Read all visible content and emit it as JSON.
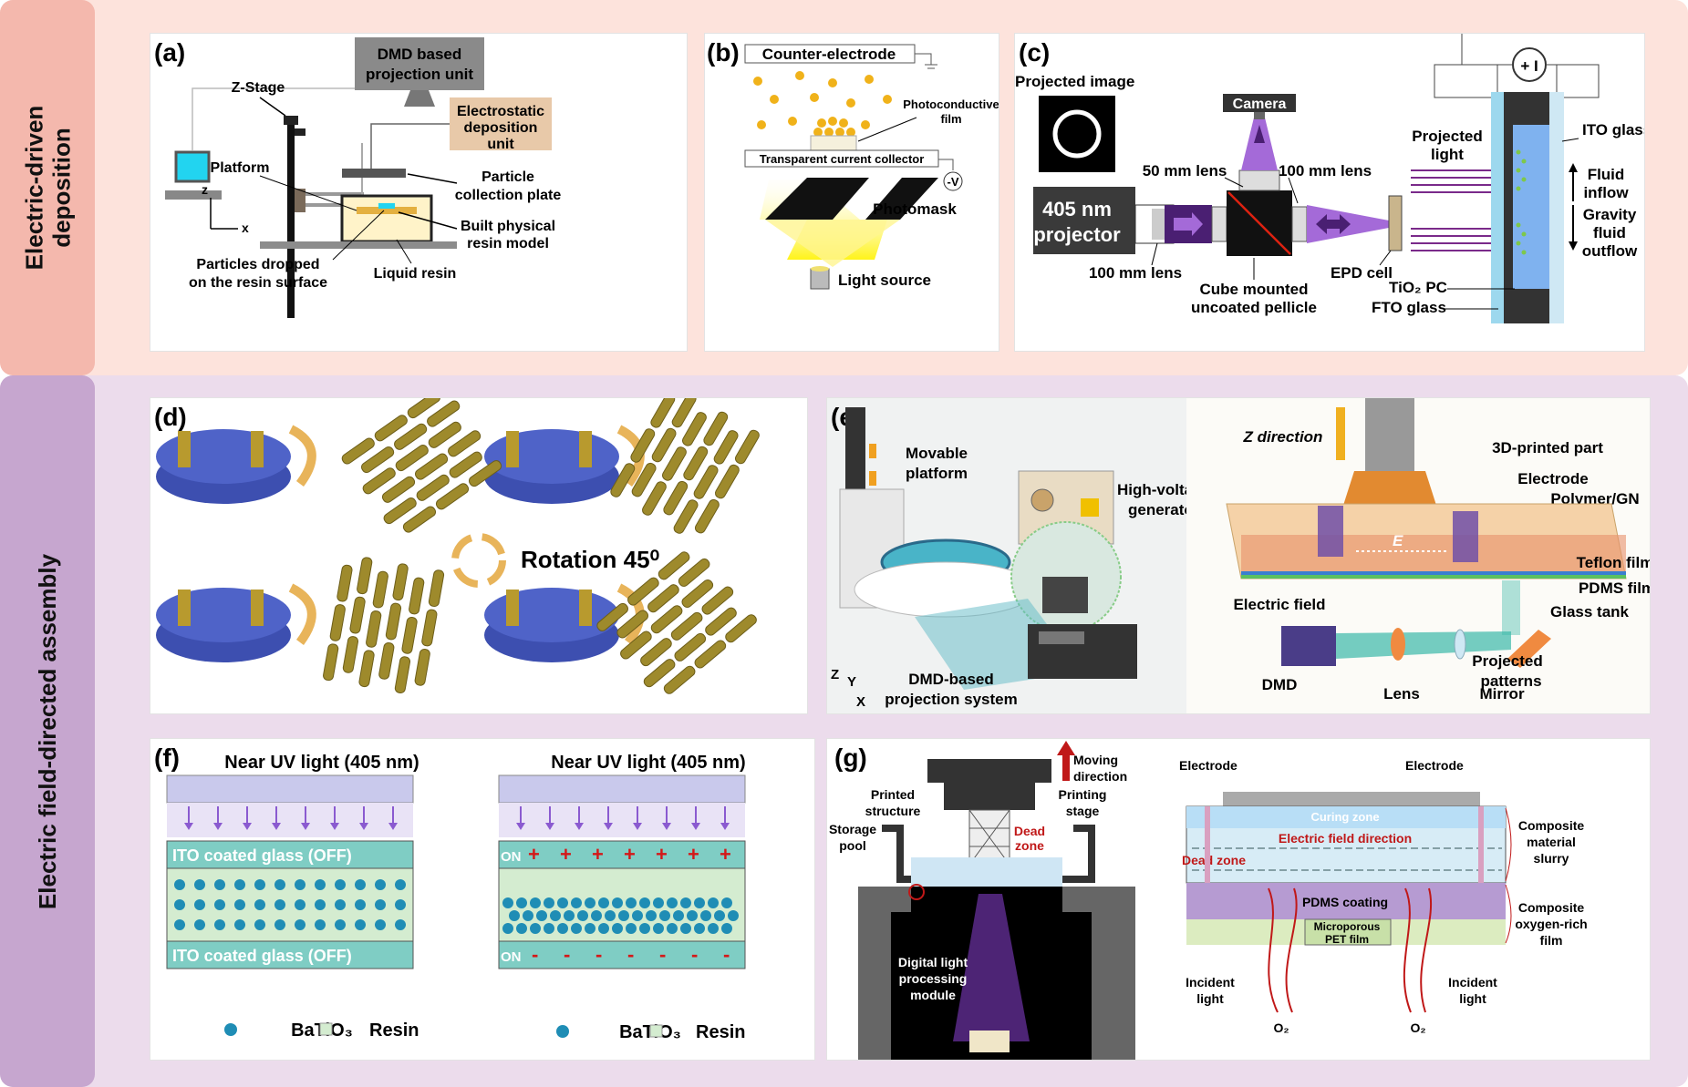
{
  "colors": {
    "top_band": "#fde3dc",
    "top_label_bg": "#f4b8ad",
    "bottom_band": "#ecdcec",
    "bottom_label_bg": "#c6a6cf",
    "teal": "#7fcdc4",
    "beige": "#e8c9a9",
    "purple": "#5a2a8a",
    "gold": "#c9a33b",
    "blue": "#3d5fc3"
  },
  "rows": {
    "top": "Electric-driven\ndeposition",
    "bottom": "Electric field-directed assembly"
  },
  "panel_a": {
    "label": "(a)",
    "dmd": [
      "DMD based",
      "projection unit"
    ],
    "zstage": "Z-Stage",
    "platform": "Platform",
    "eds": [
      "Electrostatic",
      "deposition",
      "unit"
    ],
    "pcp": [
      "Particle",
      "collection plate"
    ],
    "built": [
      "Built physical",
      "resin model"
    ],
    "dropped": [
      "Particles dropped",
      "on the resin surface"
    ],
    "liquid": "Liquid resin",
    "axis_z": "z",
    "axis_x": "x"
  },
  "panel_b": {
    "label": "(b)",
    "counter": "Counter-electrode",
    "photoconductive": [
      "Photoconductive",
      "film"
    ],
    "collector": "Transparent current collector",
    "voltage": "-V",
    "photomask": "Photomask",
    "light": "Light source"
  },
  "panel_c": {
    "label": "(c)",
    "projected_image": "Projected image",
    "camera": "Camera",
    "lens50": "50 mm lens",
    "lens100a": "100 mm lens",
    "lens100b": "100 mm lens",
    "projector": [
      "405 nm",
      "projector"
    ],
    "cube": [
      "Cube mounted",
      "uncoated pellicle"
    ],
    "epd": "EPD cell",
    "projected_light": [
      "Projected",
      "light"
    ],
    "ito": "ITO glass",
    "fluid_in": [
      "Fluid",
      "inflow"
    ],
    "gravity": [
      "Gravity",
      "fluid",
      "outflow"
    ],
    "tio2": "TiO₂ PC",
    "fto": "FTO glass",
    "battery": "+ I"
  },
  "panel_d": {
    "label": "(d)",
    "rotation": "Rotation 45⁰"
  },
  "panel_e": {
    "label": "(e)",
    "movable": [
      "Movable",
      "platform"
    ],
    "hv": [
      "High-voltage",
      "generator"
    ],
    "dmd_sys": [
      "DMD-based",
      "projection system"
    ],
    "axes": [
      "Z",
      "Y",
      "X"
    ],
    "zdir": "Z direction",
    "part": "3D-printed part",
    "electrode": "Electrode",
    "polymer": "Polymer/GN",
    "efield": "Electric field",
    "teflon": "Teflon film",
    "pdms": "PDMS film",
    "tank": "Glass tank",
    "projected": [
      "Projected",
      "patterns"
    ],
    "dmd": "DMD",
    "lens": "Lens",
    "mirror": "Mirror",
    "E": "E"
  },
  "panel_f": {
    "label": "(f)",
    "uv": "Near UV light (405 nm)",
    "ito_off": "ITO coated glass (OFF)",
    "on": "ON",
    "plus": "+",
    "minus": "-",
    "legend_b": "BaTiO₃",
    "legend_r": "Resin"
  },
  "panel_g": {
    "label": "(g)",
    "moving": [
      "Moving",
      "direction"
    ],
    "printed": [
      "Printed",
      "structure"
    ],
    "printing": [
      "Printing",
      "stage"
    ],
    "storage": [
      "Storage",
      "pool"
    ],
    "dead": [
      "Dead",
      "zone"
    ],
    "dlp": [
      "Digital light",
      "processing",
      "module"
    ],
    "electrode": "Electrode",
    "curing": "Curing zone",
    "efdir": "Electric field direction",
    "dead2": "Dead zone",
    "pdms": "PDMS coating",
    "pet": [
      "Microporous",
      "PET film"
    ],
    "composite": [
      "Composite",
      "material",
      "slurry"
    ],
    "oxygen": [
      "Composite",
      "oxygen-rich",
      "film"
    ],
    "incident": [
      "Incident",
      "light"
    ],
    "o2": "O₂"
  }
}
